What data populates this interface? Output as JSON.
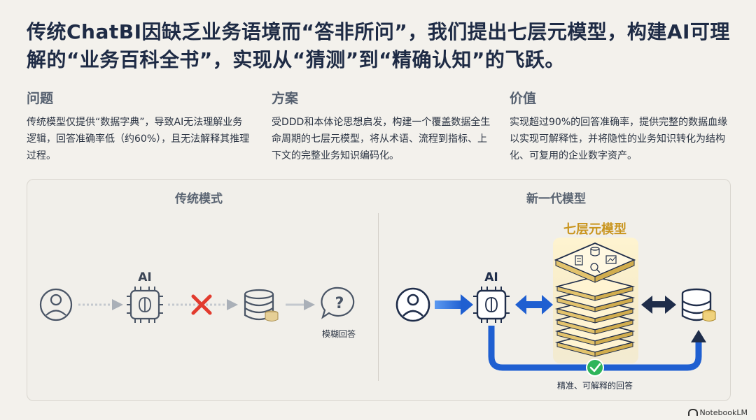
{
  "headline": "传统ChatBI因缺乏业务语境而“答非所问”，我们提出七层元模型，构建AI可理解的“业务百科全书”，实现从“猜测”到“精确认知”的飞跃。",
  "columns": [
    {
      "title": "问题",
      "body": "传统模型仅提供“数据字典”，导致AI无法理解业务逻辑，回答准确率低（约60%），且无法解释其推理过程。"
    },
    {
      "title": "方案",
      "body": "受DDD和本体论思想启发，构建一个覆盖数据全生命周期的七层元模型，将从术语、流程到指标、上下文的完整业务知识编码化。"
    },
    {
      "title": "价值",
      "body": "实现超过90%的回答准确率，提供完整的数据血缘以实现可解释性，并将隐性的业务知识转化为结构化、可复用的企业数字资产。"
    }
  ],
  "traditional": {
    "title": "传统模式",
    "ai_label": "AI",
    "result_label": "模糊回答"
  },
  "new_gen": {
    "title": "新一代模型",
    "model_label": "七层元模型",
    "ai_label": "AI",
    "result_label": "精准、可解释的回答"
  },
  "brand": "NotebookLM",
  "colors": {
    "navy": "#1f2d4a",
    "blue": "#1f5fd1",
    "gold": "#d8a72f",
    "red": "#e23b2e",
    "green": "#2eb55a",
    "gray": "#8c939c"
  },
  "icons": [
    "user-icon",
    "ai-chip-icon",
    "error-x-icon",
    "database-icon",
    "question-bubble-icon",
    "layer-stack-icon",
    "check-icon"
  ]
}
